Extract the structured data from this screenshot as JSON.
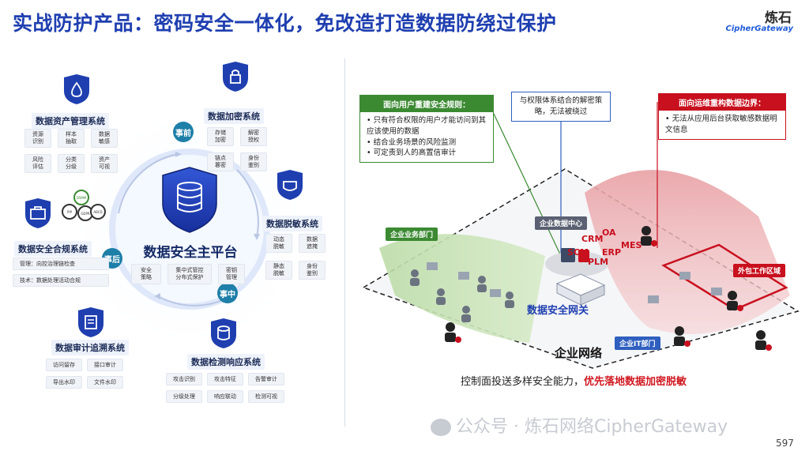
{
  "title": "实战防护产品：密码安全一体化，免改造打造数据防绕过保护",
  "logo": {
    "cn": "炼石",
    "en": "CipherGateway"
  },
  "left": {
    "center_title": "数据安全主平台",
    "center_items": [
      "安全\n策略",
      "集中式管控\n分布式保护",
      "密钥\n管理"
    ],
    "badges": {
      "before": "事前",
      "during": "事中",
      "after": "事后"
    },
    "asset": {
      "label": "数据资产管理系统",
      "items": [
        "资源\n识别",
        "样本\n抽取",
        "数据\n敏感",
        "风险\n评估",
        "分类\n分级",
        "资产\n可视"
      ]
    },
    "encrypt": {
      "label": "数据加密系统",
      "items": [
        "存储\n加密",
        "解密\n授权",
        "链点\n篡密",
        "身份\n鉴别"
      ]
    },
    "mask": {
      "label": "数据脱敏系统",
      "items": [
        "动态\n脱敏",
        "数据\n遮掩",
        "静态\n脱敏",
        "身份\n鉴别"
      ]
    },
    "compliance": {
      "label": "数据安全合规系统",
      "items": [
        "管理：向控治理链检查",
        "技术：数据处理活动合规"
      ]
    },
    "audit": {
      "label": "数据审计追溯系统",
      "items": [
        "访问留存",
        "接口审计",
        "导出水印",
        "文件水印"
      ]
    },
    "detect": {
      "label": "数据检测响应系统",
      "items": [
        "攻击识别",
        "攻击特征",
        "告警审计",
        "分级处理",
        "响应联动",
        "检测可视"
      ]
    },
    "certs": [
      "DSMM",
      "PIP",
      "GDPR",
      "ABCD"
    ]
  },
  "right": {
    "callout_green": {
      "head": "面向用户重建安全规则：",
      "items": [
        "只有符合权限的用户才能访问到其应该使用的数据",
        "结合业务场景的风险监测",
        "可定责到人的高置信审计"
      ]
    },
    "callout_blue": {
      "text": "与权限体系结合的解密策略，无法被绕过"
    },
    "callout_red": {
      "head": "面向运维重构数据边界：",
      "items": [
        "无法从应用后台获取敏感数据明文信息"
      ]
    },
    "tags": {
      "dept": "企业业务部门",
      "dc": "企业数据中心",
      "it": "企业IT部门",
      "outsource": "外包工作区域"
    },
    "systems": [
      "OA",
      "CRM",
      "MES",
      "ERP",
      "SCM",
      "PLM"
    ],
    "gateway": "数据安全网关",
    "network": "企业网络",
    "caption_plain": "控制面投送多样安全能力，",
    "caption_emph": "优先落地数据加密脱敏"
  },
  "watermark": "公众号 · 炼石网络CipherGateway",
  "watermark_icon": "wechat-icon",
  "page_number": "597",
  "colors": {
    "title": "#1f3fb0",
    "green": "#3b8a32",
    "blue": "#2f5fbf",
    "red": "#c8101e",
    "teal": "#1e7fa8"
  }
}
